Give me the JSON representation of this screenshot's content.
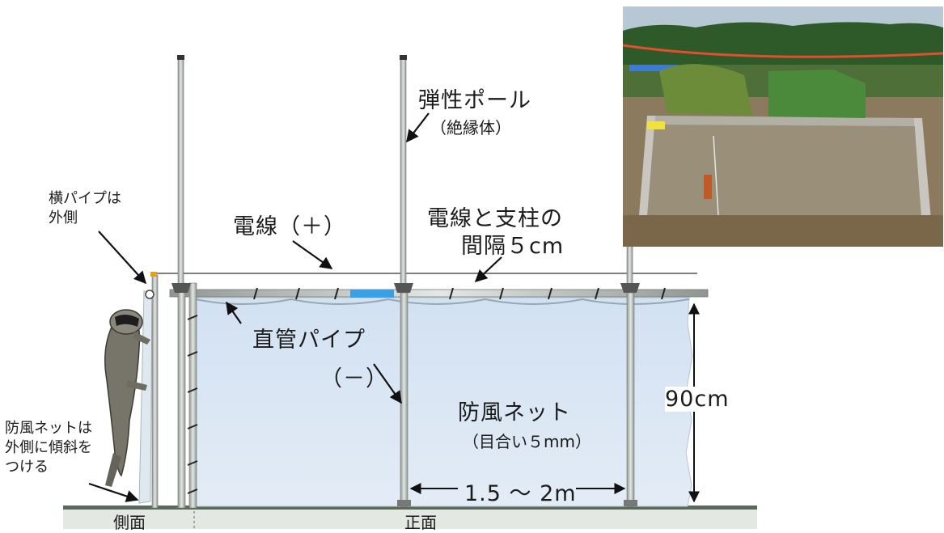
{
  "labels": {
    "elastic_pole": "弾性ポール",
    "insulator": "（絶縁体）",
    "wire_plus": "電線（＋）",
    "wire_gap_line1": "電線と支柱の",
    "wire_gap_line2": "間隔５cm",
    "horizontal_pipe_note": "横パイプは\n外側",
    "straight_pipe": "直管パイプ",
    "pipe_minus": "（－）",
    "windbreak_net": "防風ネット",
    "mesh_size": "（目合い５mm）",
    "height": "90cm",
    "spacing": "1.5 ～ 2m",
    "net_slant_note": "防風ネットは\n外側に傾斜を\nつける",
    "side_view": "側面",
    "front_view": "正面"
  },
  "colors": {
    "net_fill": "#dce8f5",
    "pole": "#b9bfba",
    "wire": "#555555",
    "marker": "#3aa0e6",
    "ground": "#dfe5de"
  },
  "photo": {
    "description_icon": "field-fence-photo"
  }
}
